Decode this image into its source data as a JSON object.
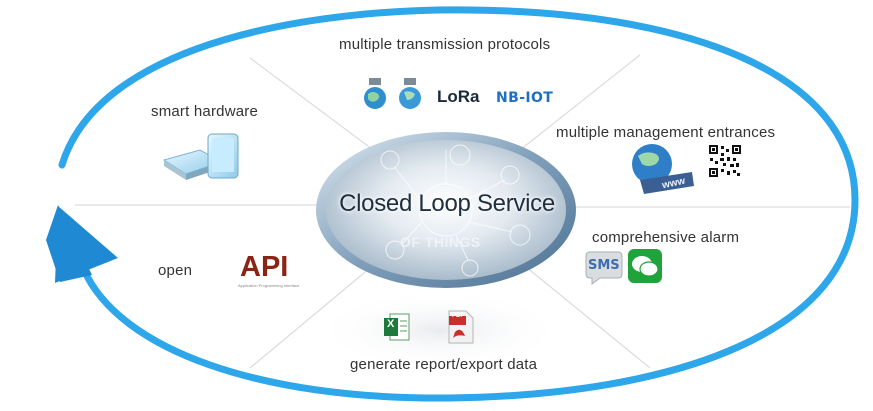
{
  "center": {
    "title": "Closed Loop Service",
    "background_text": "OF THINGS"
  },
  "sections": {
    "top": {
      "label": "multiple transmission protocols",
      "logos": [
        "LoRa",
        "NB-IOT"
      ]
    },
    "top_left": {
      "label": "smart hardware"
    },
    "top_right": {
      "label": "multiple management entrances",
      "logos": [
        "www"
      ]
    },
    "left": {
      "label": "open",
      "logo": "API",
      "logo_caption": "Application Programming Interface"
    },
    "right": {
      "label": "comprehensive alarm",
      "logos": [
        "SMS"
      ]
    },
    "bottom": {
      "label": "generate report/export data",
      "file_icons": [
        "X",
        "PDF"
      ]
    }
  },
  "icons": [
    "globe-icon",
    "router-globe-icon",
    "lora-logo",
    "nbiot-logo",
    "world-www-icon",
    "qr-code-icon",
    "sms-bubble-icon",
    "wechat-icon",
    "excel-icon",
    "pdf-icon",
    "smart-device-icon",
    "api-logo",
    "loop-arrow-icon"
  ],
  "colors": {
    "loop": "#2da6ea",
    "arrow": "#1f8ad3",
    "hub_rim": "#8fb6d6",
    "hub_fill": "#d7e2ea",
    "divider": "#d8dcdf",
    "api": "#8a2414",
    "nbiot": "#1f70c0"
  }
}
